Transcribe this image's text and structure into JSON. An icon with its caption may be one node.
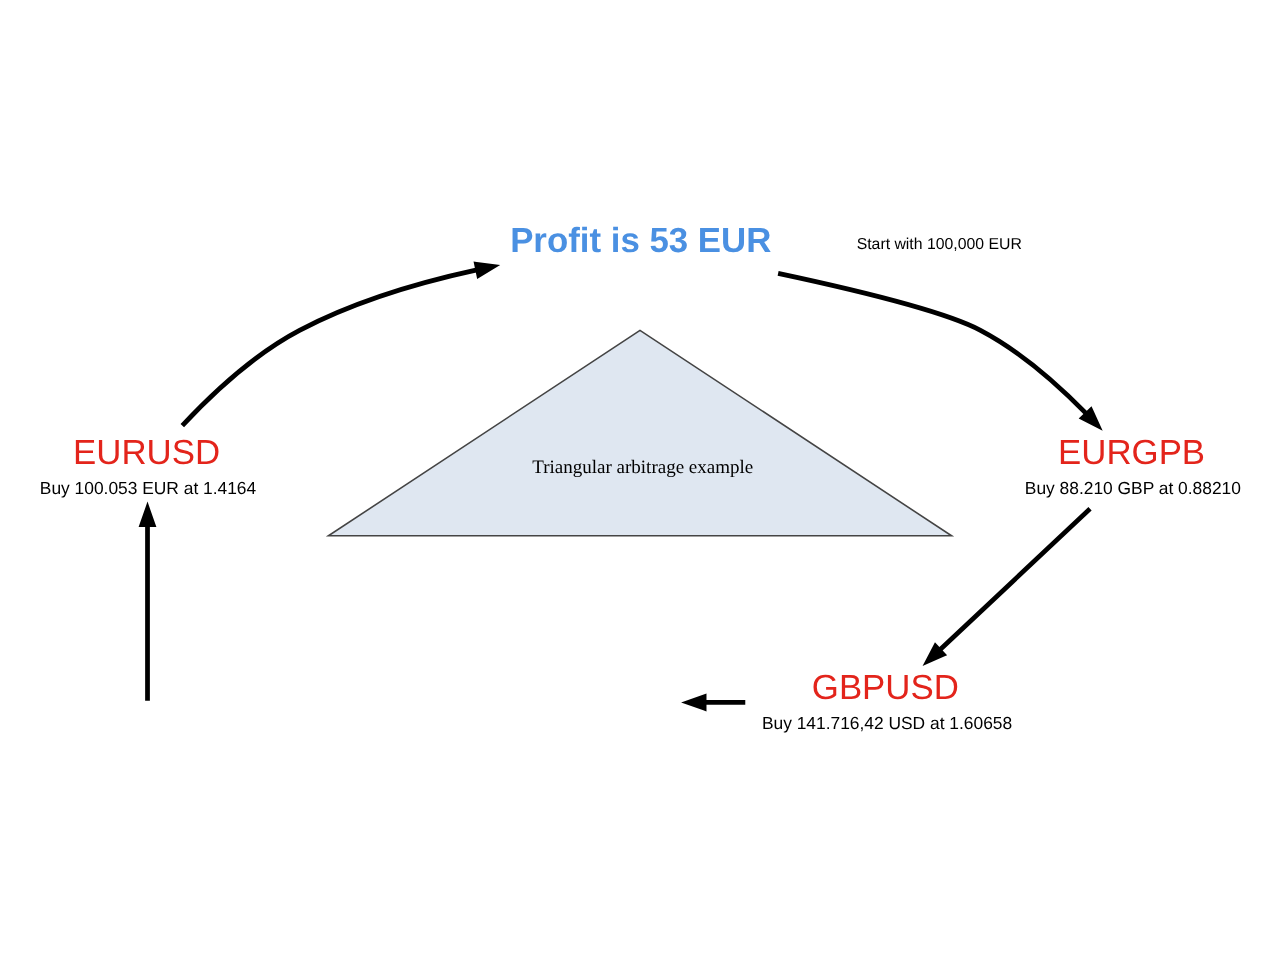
{
  "diagram": {
    "nodes": [
      {
        "text": [
          "Profit is 53 EUR"
        ]
      },
      {
        "text": [
          "EURGPB",
          "Buy 88.210 GBP at 0.88210"
        ]
      },
      {
        "text": [
          "GBPUSD",
          "Buy 141.716,42 USD at 1.60658"
        ]
      },
      {
        "text": [
          "EURUSD",
          "Buy 100.053 EUR at 1.4164"
        ]
      },
      {
        "text": [
          "Triangular arbitrage example"
        ]
      }
    ],
    "edges": [
      {
        "from": 0,
        "to": 1,
        "arrow": "to"
      },
      {
        "from": 1,
        "to": 2,
        "arrow": "to"
      },
      {
        "from": 2,
        "to": null,
        "arrow": "to"
      },
      {
        "from": null,
        "to": 3,
        "arrow": "to"
      },
      {
        "from": 3,
        "to": 0,
        "arrow": "to"
      }
    ],
    "labels": [
      "Start with 100,000 EUR"
    ]
  }
}
